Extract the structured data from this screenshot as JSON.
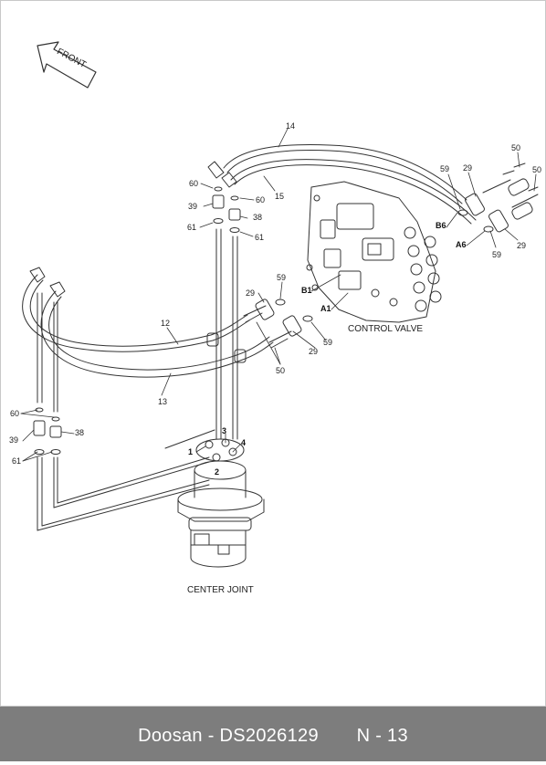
{
  "footer": {
    "brand_part": "Doosan - DS2026129",
    "page_ref": "N - 13"
  },
  "diagram": {
    "front_label": "FRONT",
    "control_valve_label": "CONTROL VALVE",
    "center_joint_label": "CENTER JOINT",
    "port_labels": {
      "b6": "B6",
      "a6": "A6",
      "b1": "B1",
      "a1": "A1",
      "p1": "1",
      "p2": "2",
      "p3": "3",
      "p4": "4"
    },
    "part_numbers": {
      "n14": "14",
      "n15": "15",
      "n60_top": "60",
      "n60_top_r": "60",
      "n39_top": "39",
      "n38_top": "38",
      "n61_top": "61",
      "n61_top_r": "61",
      "n59_tr_a": "59",
      "n29_tr_a": "29",
      "n50_tr_a": "50",
      "n50_tr_b": "50",
      "n29_tr_b": "29",
      "n59_tr_b": "59",
      "n59_mid_a": "59",
      "n29_mid_a": "29",
      "n29_mid_b": "29",
      "n59_mid_b": "59",
      "n50_mid": "50",
      "n12": "12",
      "n13": "13",
      "n60_left": "60",
      "n39_left": "39",
      "n38_left": "38",
      "n61_left": "61"
    }
  }
}
